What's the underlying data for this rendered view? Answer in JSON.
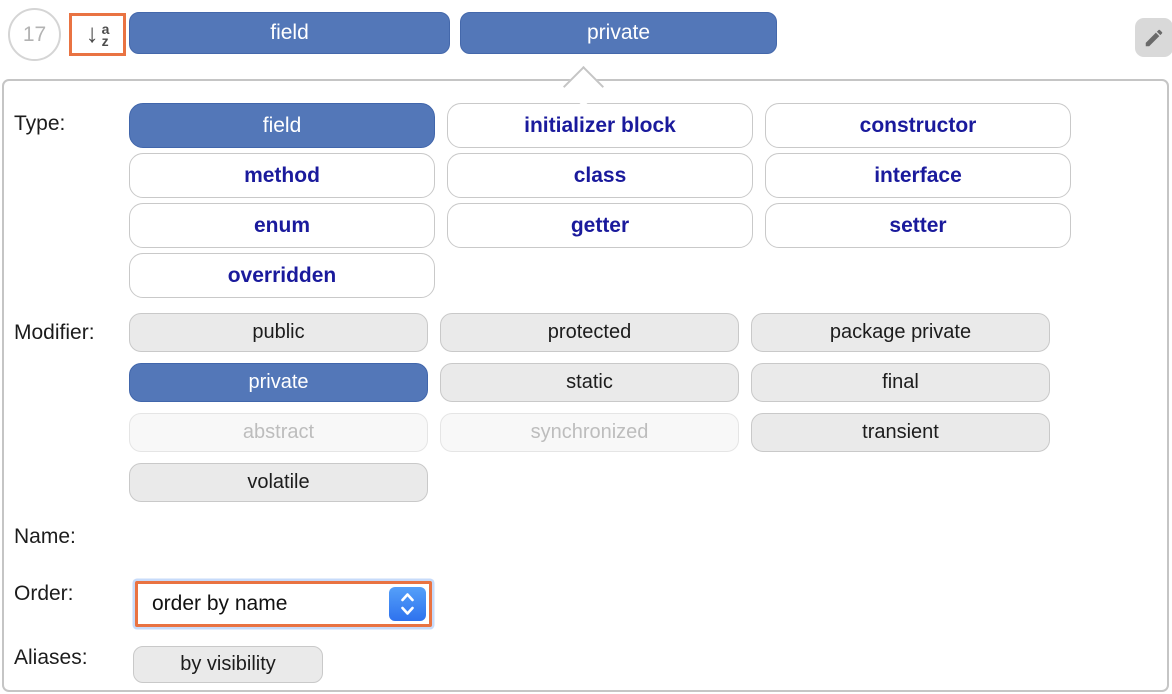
{
  "toolbar": {
    "count": "17",
    "sort_button": {
      "icon": "sort-alphabetically-icon",
      "letter_top": "a",
      "letter_bottom": "z"
    },
    "filters": [
      {
        "label": "field"
      },
      {
        "label": "private"
      }
    ],
    "edit_button": {
      "icon": "pencil-icon"
    }
  },
  "panel": {
    "type": {
      "label": "Type:",
      "pills": [
        {
          "label": "field",
          "state": "selected"
        },
        {
          "label": "initializer block",
          "state": "normal"
        },
        {
          "label": "constructor",
          "state": "normal"
        },
        {
          "label": "method",
          "state": "normal"
        },
        {
          "label": "class",
          "state": "normal"
        },
        {
          "label": "interface",
          "state": "normal"
        },
        {
          "label": "enum",
          "state": "normal"
        },
        {
          "label": "getter",
          "state": "normal"
        },
        {
          "label": "setter",
          "state": "normal"
        },
        {
          "label": "overridden",
          "state": "normal"
        }
      ]
    },
    "modifier": {
      "label": "Modifier:",
      "pills": [
        {
          "label": "public",
          "state": "normal"
        },
        {
          "label": "protected",
          "state": "normal"
        },
        {
          "label": "package private",
          "state": "normal"
        },
        {
          "label": "private",
          "state": "selected"
        },
        {
          "label": "static",
          "state": "normal"
        },
        {
          "label": "final",
          "state": "normal"
        },
        {
          "label": "abstract",
          "state": "disabled"
        },
        {
          "label": "synchronized",
          "state": "disabled"
        },
        {
          "label": "transient",
          "state": "normal"
        },
        {
          "label": "volatile",
          "state": "normal"
        }
      ]
    },
    "name": {
      "label": "Name:"
    },
    "order": {
      "label": "Order:",
      "value": "order by name",
      "control_icon": "up-down-chevrons-icon"
    },
    "aliases": {
      "label": "Aliases:",
      "pills": [
        {
          "label": "by visibility"
        }
      ]
    }
  },
  "colors": {
    "selected_blue": "#5377b8",
    "selected_blue_border": "#4166ab",
    "type_text_navy": "#1a1a9c",
    "highlight_orange": "#e97342",
    "stepper_blue": "#3a80f5",
    "panel_border_gray": "#c5c5c5"
  }
}
